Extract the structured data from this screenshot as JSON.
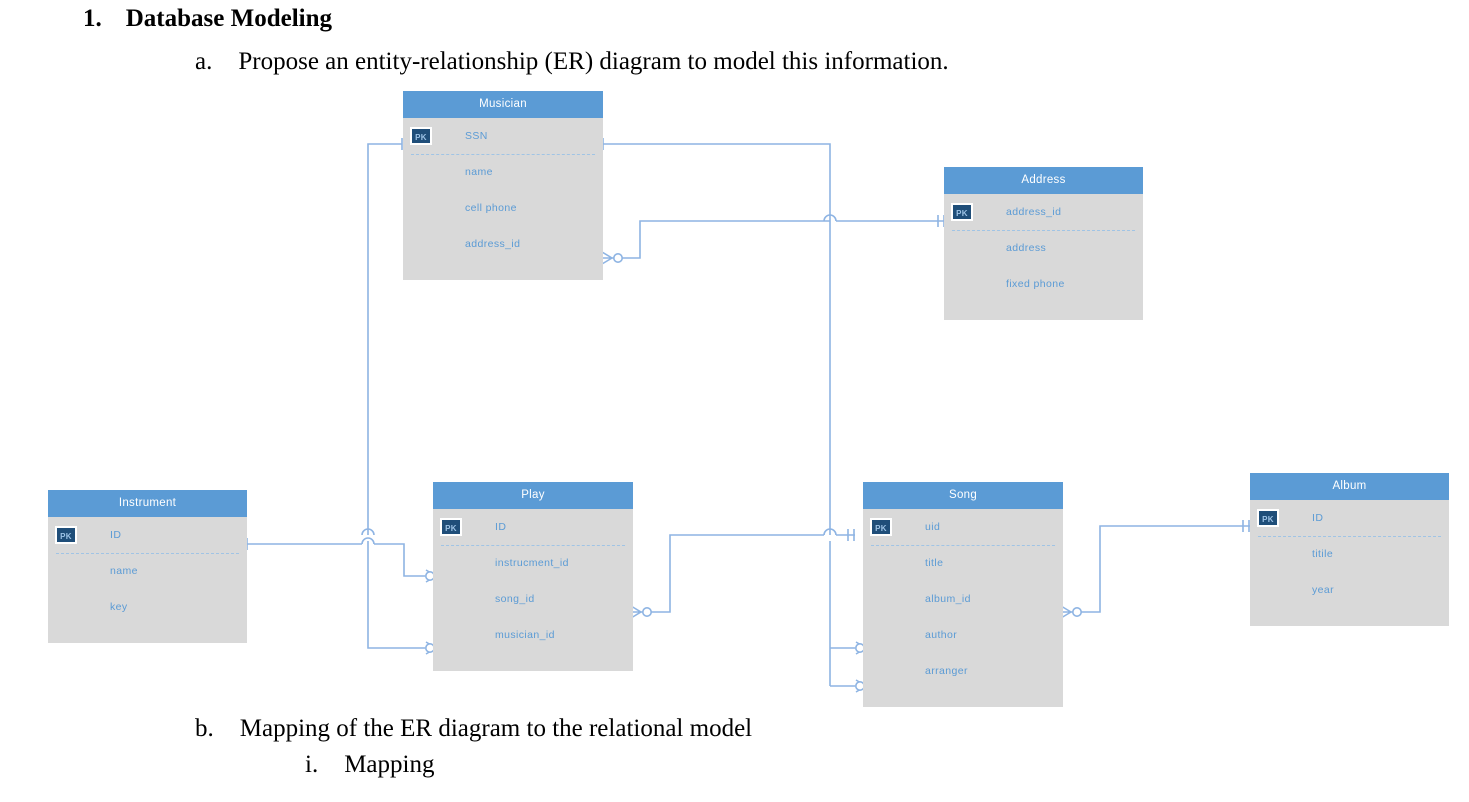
{
  "document": {
    "items": [
      {
        "marker": "1.",
        "text": "Database Modeling",
        "level": 1
      },
      {
        "marker": "a.",
        "text": "Propose an entity-relationship (ER) diagram to model this information.",
        "level": 2
      },
      {
        "marker": "b.",
        "text": "Mapping of the ER diagram to the relational model",
        "level": 2
      },
      {
        "marker": "i.",
        "text": "Mapping",
        "level": 3
      }
    ]
  },
  "colors": {
    "header_blue": "#5B9BD5",
    "body_gray": "#D9D9D9",
    "pk_navy": "#1F4E79",
    "field_text": "#5B9BD5",
    "connector": "#8EB4E3",
    "separator": "#9DC3E6"
  },
  "diagram": {
    "type": "entity-relationship-diagram",
    "notation": "crow's foot",
    "pk_badge_label": "PK",
    "tables": [
      {
        "id": "musician",
        "title": "Musician",
        "fields": [
          {
            "name": "SSN",
            "key": "PK"
          },
          {
            "name": "name",
            "key": ""
          },
          {
            "name": "cell phone",
            "key": ""
          },
          {
            "name": "address_id",
            "key": ""
          }
        ]
      },
      {
        "id": "address",
        "title": "Address",
        "fields": [
          {
            "name": "address_id",
            "key": "PK"
          },
          {
            "name": "address",
            "key": ""
          },
          {
            "name": "fixed phone",
            "key": ""
          }
        ]
      },
      {
        "id": "instrument",
        "title": "Instrument",
        "fields": [
          {
            "name": "ID",
            "key": "PK"
          },
          {
            "name": "name",
            "key": ""
          },
          {
            "name": "key",
            "key": ""
          }
        ]
      },
      {
        "id": "play",
        "title": "Play",
        "fields": [
          {
            "name": "ID",
            "key": "PK"
          },
          {
            "name": "instrucment_id",
            "key": ""
          },
          {
            "name": "song_id",
            "key": ""
          },
          {
            "name": "musician_id",
            "key": ""
          }
        ]
      },
      {
        "id": "song",
        "title": "Song",
        "fields": [
          {
            "name": "uid",
            "key": "PK"
          },
          {
            "name": "title",
            "key": ""
          },
          {
            "name": "album_id",
            "key": ""
          },
          {
            "name": "author",
            "key": ""
          },
          {
            "name": "arranger",
            "key": ""
          }
        ]
      },
      {
        "id": "album",
        "title": "Album",
        "fields": [
          {
            "name": "ID",
            "key": "PK"
          },
          {
            "name": "titile",
            "key": ""
          },
          {
            "name": "year",
            "key": ""
          }
        ]
      }
    ],
    "relationships": [
      {
        "from": "musician.address_id",
        "to": "address.address_id",
        "from_cardinality": "many-optional",
        "to_cardinality": "one"
      },
      {
        "from": "musician.SSN",
        "to": "song.author",
        "from_cardinality": "one",
        "to_cardinality": "many-optional"
      },
      {
        "from": "musician.SSN",
        "to": "song.arranger",
        "from_cardinality": "one",
        "to_cardinality": "many-optional"
      },
      {
        "from": "musician.SSN",
        "to": "play.musician_id",
        "from_cardinality": "one",
        "to_cardinality": "many-optional"
      },
      {
        "from": "instrument.ID",
        "to": "play.instrucment_id",
        "from_cardinality": "one",
        "to_cardinality": "many-optional"
      },
      {
        "from": "play.song_id",
        "to": "song.uid",
        "from_cardinality": "many-optional",
        "to_cardinality": "one"
      },
      {
        "from": "song.album_id",
        "to": "album.ID",
        "from_cardinality": "many-optional",
        "to_cardinality": "one"
      }
    ]
  }
}
